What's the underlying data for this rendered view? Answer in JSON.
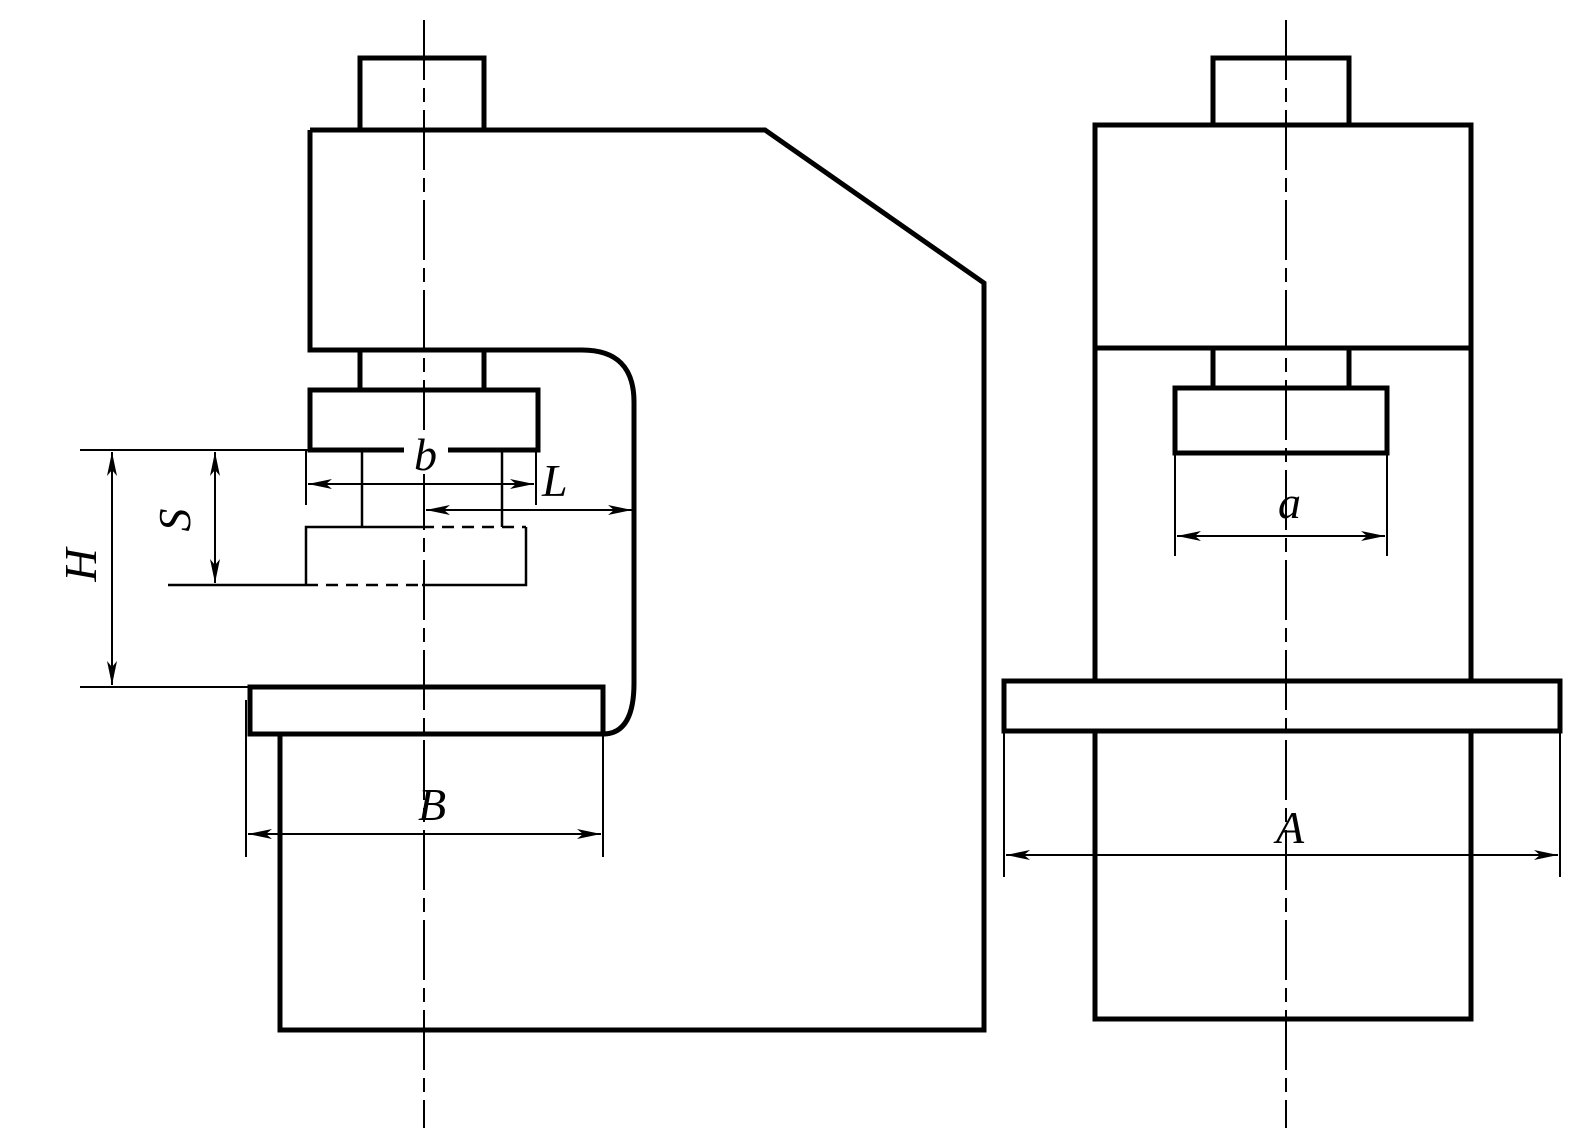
{
  "labels": {
    "b": "b",
    "L": "L",
    "S": "S",
    "H": "H",
    "B": "B",
    "a": "a",
    "A": "A"
  }
}
